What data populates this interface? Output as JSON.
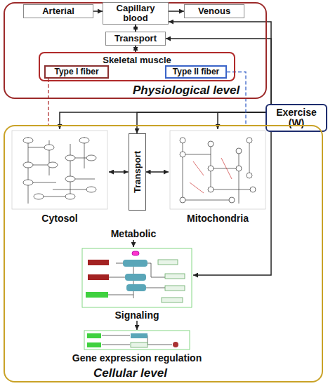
{
  "diagram": {
    "nodes": [
      {
        "text": [
          "Physiological level"
        ]
      },
      {
        "text": [
          "Arterial"
        ],
        "in": 0
      },
      {
        "text": [
          "Capillary blood"
        ],
        "in": 0
      },
      {
        "text": [
          "Venous"
        ],
        "in": 0
      },
      {
        "text": [
          "Transport"
        ],
        "in": 0
      },
      {
        "text": [
          "Skeletal muscle"
        ],
        "in": 0
      },
      {
        "text": [
          "Type I fiber"
        ],
        "in": 5
      },
      {
        "text": [
          "Type II fiber"
        ],
        "in": 5
      },
      {
        "text": [
          "Exercise (W)"
        ]
      },
      {
        "text": [
          "Cellular level"
        ]
      },
      {
        "text": [
          "Cytosol"
        ],
        "in": 9
      },
      {
        "text": [
          "Transport"
        ],
        "in": 9
      },
      {
        "text": [
          "Mitochondria"
        ],
        "in": 9
      },
      {
        "text": [
          "Metabolic"
        ],
        "in": 9
      },
      {
        "text": [
          "Signaling"
        ],
        "in": 9
      },
      {
        "text": [
          "Gene expression regulation"
        ],
        "in": 9
      }
    ],
    "edges": [
      {
        "from": 1,
        "to": 2,
        "arrow": "to"
      },
      {
        "from": 2,
        "to": 3,
        "arrow": "to"
      },
      {
        "from": 2,
        "to": 4,
        "arrow": "both"
      },
      {
        "from": 4,
        "to": 5,
        "arrow": "both"
      },
      {
        "from": 8,
        "to": 2,
        "arrow": "to"
      },
      {
        "from": 8,
        "to": 4,
        "arrow": "to"
      },
      {
        "from": 8,
        "to": 10,
        "arrow": "to"
      },
      {
        "from": 8,
        "to": 11,
        "arrow": "to"
      },
      {
        "from": 8,
        "to": 12,
        "arrow": "to"
      },
      {
        "from": 8,
        "to": 14,
        "arrow": "to"
      },
      {
        "from": 6,
        "to": 9,
        "arrow": "none"
      },
      {
        "from": 7,
        "to": 9,
        "arrow": "none"
      },
      {
        "from": 10,
        "to": 11,
        "arrow": "both"
      },
      {
        "from": 11,
        "to": 12,
        "arrow": "both"
      },
      {
        "from": 13,
        "to": 14,
        "arrow": "to"
      },
      {
        "from": 14,
        "to": 15,
        "arrow": "to"
      }
    ]
  }
}
